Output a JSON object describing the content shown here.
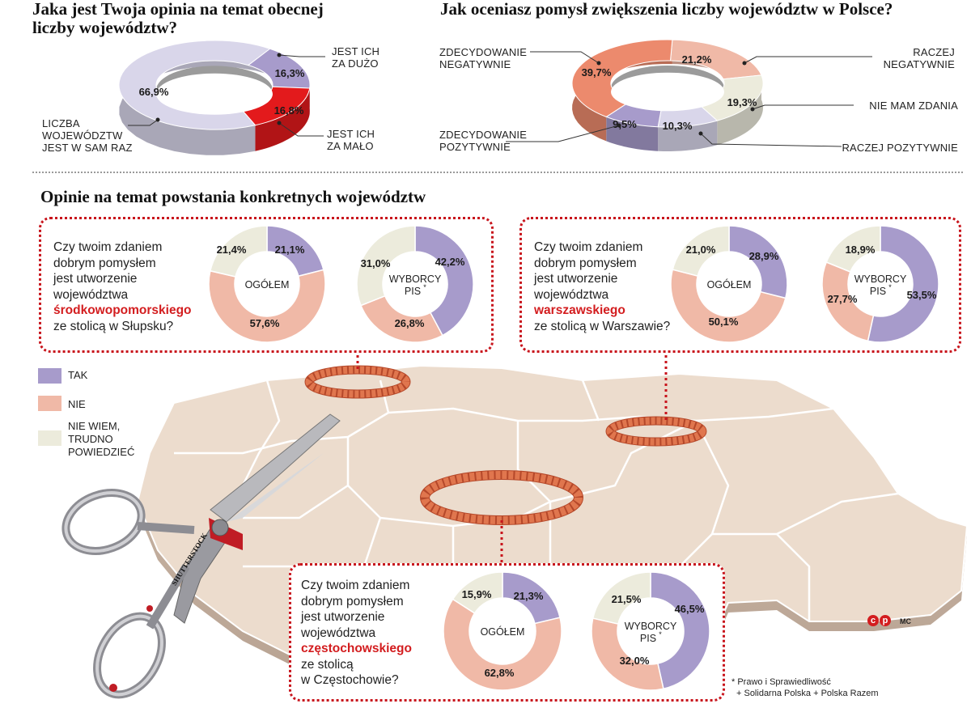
{
  "colors": {
    "tak": "#a79bcb",
    "nie": "#f0b9a7",
    "nie_wiem": "#ecebdc",
    "za_malo": "#e31a1c",
    "za_duzo": "#a79bcb",
    "w_sam_raz": "#d9d6ea",
    "zdec_neg": "#ec8a6d",
    "raczej_neg": "#f0b9a7",
    "nie_mam": "#ecebdc",
    "raczej_poz": "#d9d6ea",
    "zdec_poz": "#a79bcb",
    "accent": "#c8141c"
  },
  "legend": [
    {
      "label": "TAK",
      "color": "#a79bcb"
    },
    {
      "label": "NIE",
      "color": "#f0b9a7"
    },
    {
      "label_lines": [
        "NIE WIEM,",
        "TRUDNO",
        "POWIEDZIEĆ"
      ],
      "color": "#ecebdc"
    }
  ],
  "chart_data": [
    {
      "type": "pie",
      "title": "Jaka jest Twoja opinia na temat obecnej liczby województw?",
      "slices": [
        {
          "label": "JEST ICH ZA DUŻO",
          "value": 16.3,
          "display": "16,3%",
          "color": "#a79bcb"
        },
        {
          "label": "JEST ICH ZA MAŁO",
          "value": 16.8,
          "display": "16,8%",
          "color": "#e31a1c"
        },
        {
          "label": "LICZBA WOJEWÓDZTW JEST W SAM RAZ",
          "value": 66.9,
          "display": "66,9%",
          "color": "#d9d6ea"
        }
      ]
    },
    {
      "type": "pie",
      "title": "Jak oceniasz pomysł zwiększenia liczby województw w Polsce?",
      "slices": [
        {
          "label": "RACZEJ NEGATYWNIE",
          "value": 21.2,
          "display": "21,2%",
          "color": "#f0b9a7"
        },
        {
          "label": "NIE MAM ZDANIA",
          "value": 19.3,
          "display": "19,3%",
          "color": "#ecebdc"
        },
        {
          "label": "RACZEJ POZYTYWNIE",
          "value": 10.3,
          "display": "10,3%",
          "color": "#d9d6ea"
        },
        {
          "label": "ZDECYDOWANIE POZYTYWNIE",
          "value": 9.5,
          "display": "9,5%",
          "color": "#a79bcb"
        },
        {
          "label": "ZDECYDOWANIE NEGATYWNIE",
          "value": 39.7,
          "display": "39,7%",
          "color": "#ec8a6d"
        }
      ]
    },
    {
      "type": "pie",
      "title": "środkowopomorskiego – OGÓŁEM",
      "slices": [
        {
          "label": "TAK",
          "value": 21.1,
          "display": "21,1%",
          "color": "#a79bcb"
        },
        {
          "label": "NIE",
          "value": 57.6,
          "display": "57,6%",
          "color": "#f0b9a7"
        },
        {
          "label": "NIE WIEM",
          "value": 21.4,
          "display": "21,4%",
          "color": "#ecebdc"
        }
      ]
    },
    {
      "type": "pie",
      "title": "środkowopomorskiego – WYBORCY PIS",
      "slices": [
        {
          "label": "TAK",
          "value": 42.2,
          "display": "42,2%",
          "color": "#a79bcb"
        },
        {
          "label": "NIE",
          "value": 26.8,
          "display": "26,8%",
          "color": "#f0b9a7"
        },
        {
          "label": "NIE WIEM",
          "value": 31.0,
          "display": "31,0%",
          "color": "#ecebdc"
        }
      ]
    },
    {
      "type": "pie",
      "title": "warszawskiego – OGÓŁEM",
      "slices": [
        {
          "label": "TAK",
          "value": 28.9,
          "display": "28,9%",
          "color": "#a79bcb"
        },
        {
          "label": "NIE",
          "value": 50.1,
          "display": "50,1%",
          "color": "#f0b9a7"
        },
        {
          "label": "NIE WIEM",
          "value": 21.0,
          "display": "21,0%",
          "color": "#ecebdc"
        }
      ]
    },
    {
      "type": "pie",
      "title": "warszawskiego – WYBORCY PIS",
      "slices": [
        {
          "label": "TAK",
          "value": 53.5,
          "display": "53,5%",
          "color": "#a79bcb"
        },
        {
          "label": "NIE",
          "value": 27.7,
          "display": "27,7%",
          "color": "#f0b9a7"
        },
        {
          "label": "NIE WIEM",
          "value": 18.9,
          "display": "18,9%",
          "color": "#ecebdc"
        }
      ]
    },
    {
      "type": "pie",
      "title": "częstochowskiego – OGÓŁEM",
      "slices": [
        {
          "label": "TAK",
          "value": 21.3,
          "display": "21,3%",
          "color": "#a79bcb"
        },
        {
          "label": "NIE",
          "value": 62.8,
          "display": "62,8%",
          "color": "#f0b9a7"
        },
        {
          "label": "NIE WIEM",
          "value": 15.9,
          "display": "15,9%",
          "color": "#ecebdc"
        }
      ]
    },
    {
      "type": "pie",
      "title": "częstochowskiego – WYBORCY PIS",
      "slices": [
        {
          "label": "TAK",
          "value": 46.5,
          "display": "46,5%",
          "color": "#a79bcb"
        },
        {
          "label": "NIE",
          "value": 32.0,
          "display": "32,0%",
          "color": "#f0b9a7"
        },
        {
          "label": "NIE WIEM",
          "value": 21.5,
          "display": "21,5%",
          "color": "#ecebdc"
        }
      ]
    }
  ],
  "top_left": {
    "title_line1": "Jaka jest Twoja opinia na temat obecnej",
    "title_line2": "liczby województw?",
    "lab_duzo": [
      "JEST ICH",
      "ZA DUŻO"
    ],
    "lab_malo": [
      "JEST ICH",
      "ZA MAŁO"
    ],
    "lab_raz": [
      "LICZBA",
      "WOJEWÓDZTW",
      "JEST W SAM RAZ"
    ]
  },
  "top_right": {
    "title": "Jak oceniasz pomysł zwiększenia liczby województw w Polsce?",
    "lab_zneg": [
      "ZDECYDOWANIE",
      "NEGATYWNIE"
    ],
    "lab_rneg": [
      "RACZEJ",
      "NEGATYWNIE"
    ],
    "lab_nie_mam": "NIE MAM ZDANIA",
    "lab_rpoz": "RACZEJ POZYTYWNIE",
    "lab_zpoz": [
      "ZDECYDOWANIE",
      "POZYTYWNIE"
    ]
  },
  "section_title": "Opinie na temat powstania konkretnych województw",
  "questions": [
    {
      "lines": [
        "Czy twoim zdaniem",
        "dobrym pomysłem",
        "jest utworzenie",
        "województwa"
      ],
      "highlight": "środkowopomorskiego",
      "tail": [
        "ze stolicą w Słupsku?"
      ]
    },
    {
      "lines": [
        "Czy twoim zdaniem",
        "dobrym pomysłem",
        "jest utworzenie",
        "województwa"
      ],
      "highlight": "warszawskiego",
      "tail": [
        "ze stolicą w Warszawie?"
      ]
    },
    {
      "lines": [
        "Czy twoim zdaniem",
        "dobrym pomysłem",
        "jest utworzenie",
        "województwa"
      ],
      "highlight": "częstochowskiego",
      "tail": [
        "ze stolicą",
        "w Częstochowie?"
      ]
    }
  ],
  "center_labels": {
    "ogolem": "OGÓŁEM",
    "wyborcy": "WYBORCY",
    "pis": "PIS",
    "star": "*"
  },
  "footnote": [
    "* Prawo i Sprawiedliwość",
    "+ Solidarna Polska + Polska Razem"
  ],
  "credits": {
    "shutterstock": "SHUTTERSTOCK",
    "mc": "MC"
  }
}
